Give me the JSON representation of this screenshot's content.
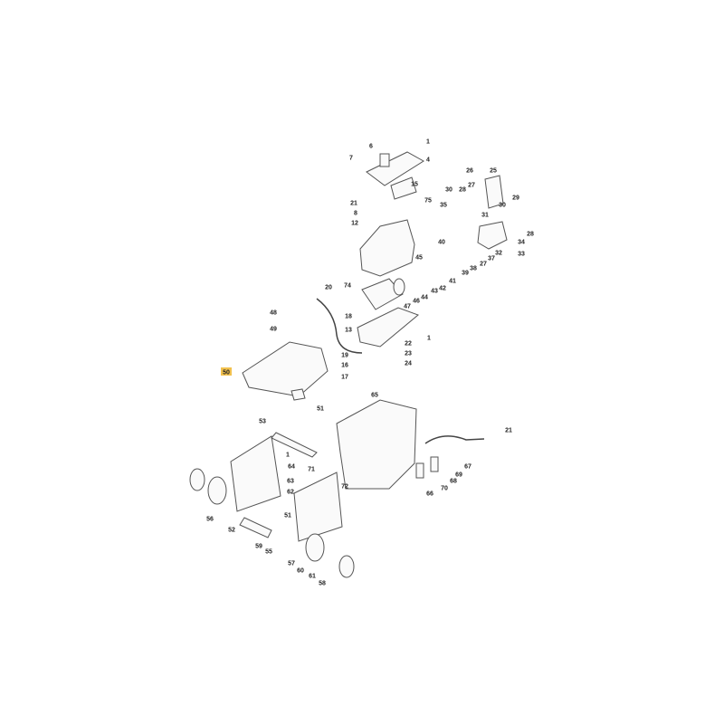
{
  "diagram": {
    "highlight_color": "#f2c14e",
    "highlighted_part": "50",
    "labels": [
      "6",
      "1",
      "7",
      "4",
      "26",
      "25",
      "27",
      "28",
      "30",
      "15",
      "21",
      "75",
      "35",
      "29",
      "30",
      "8",
      "31",
      "12",
      "28",
      "40",
      "34",
      "32",
      "33",
      "37",
      "27",
      "38",
      "45",
      "39",
      "41",
      "42",
      "43",
      "44",
      "74",
      "46",
      "47",
      "20",
      "48",
      "18",
      "49",
      "13",
      "1",
      "22",
      "19",
      "23",
      "16",
      "24",
      "17",
      "50",
      "51",
      "65",
      "53",
      "1",
      "64",
      "21",
      "71",
      "67",
      "63",
      "69",
      "72",
      "62",
      "70",
      "68",
      "66",
      "56",
      "51",
      "52",
      "59",
      "55",
      "57",
      "60",
      "61",
      "58"
    ]
  }
}
